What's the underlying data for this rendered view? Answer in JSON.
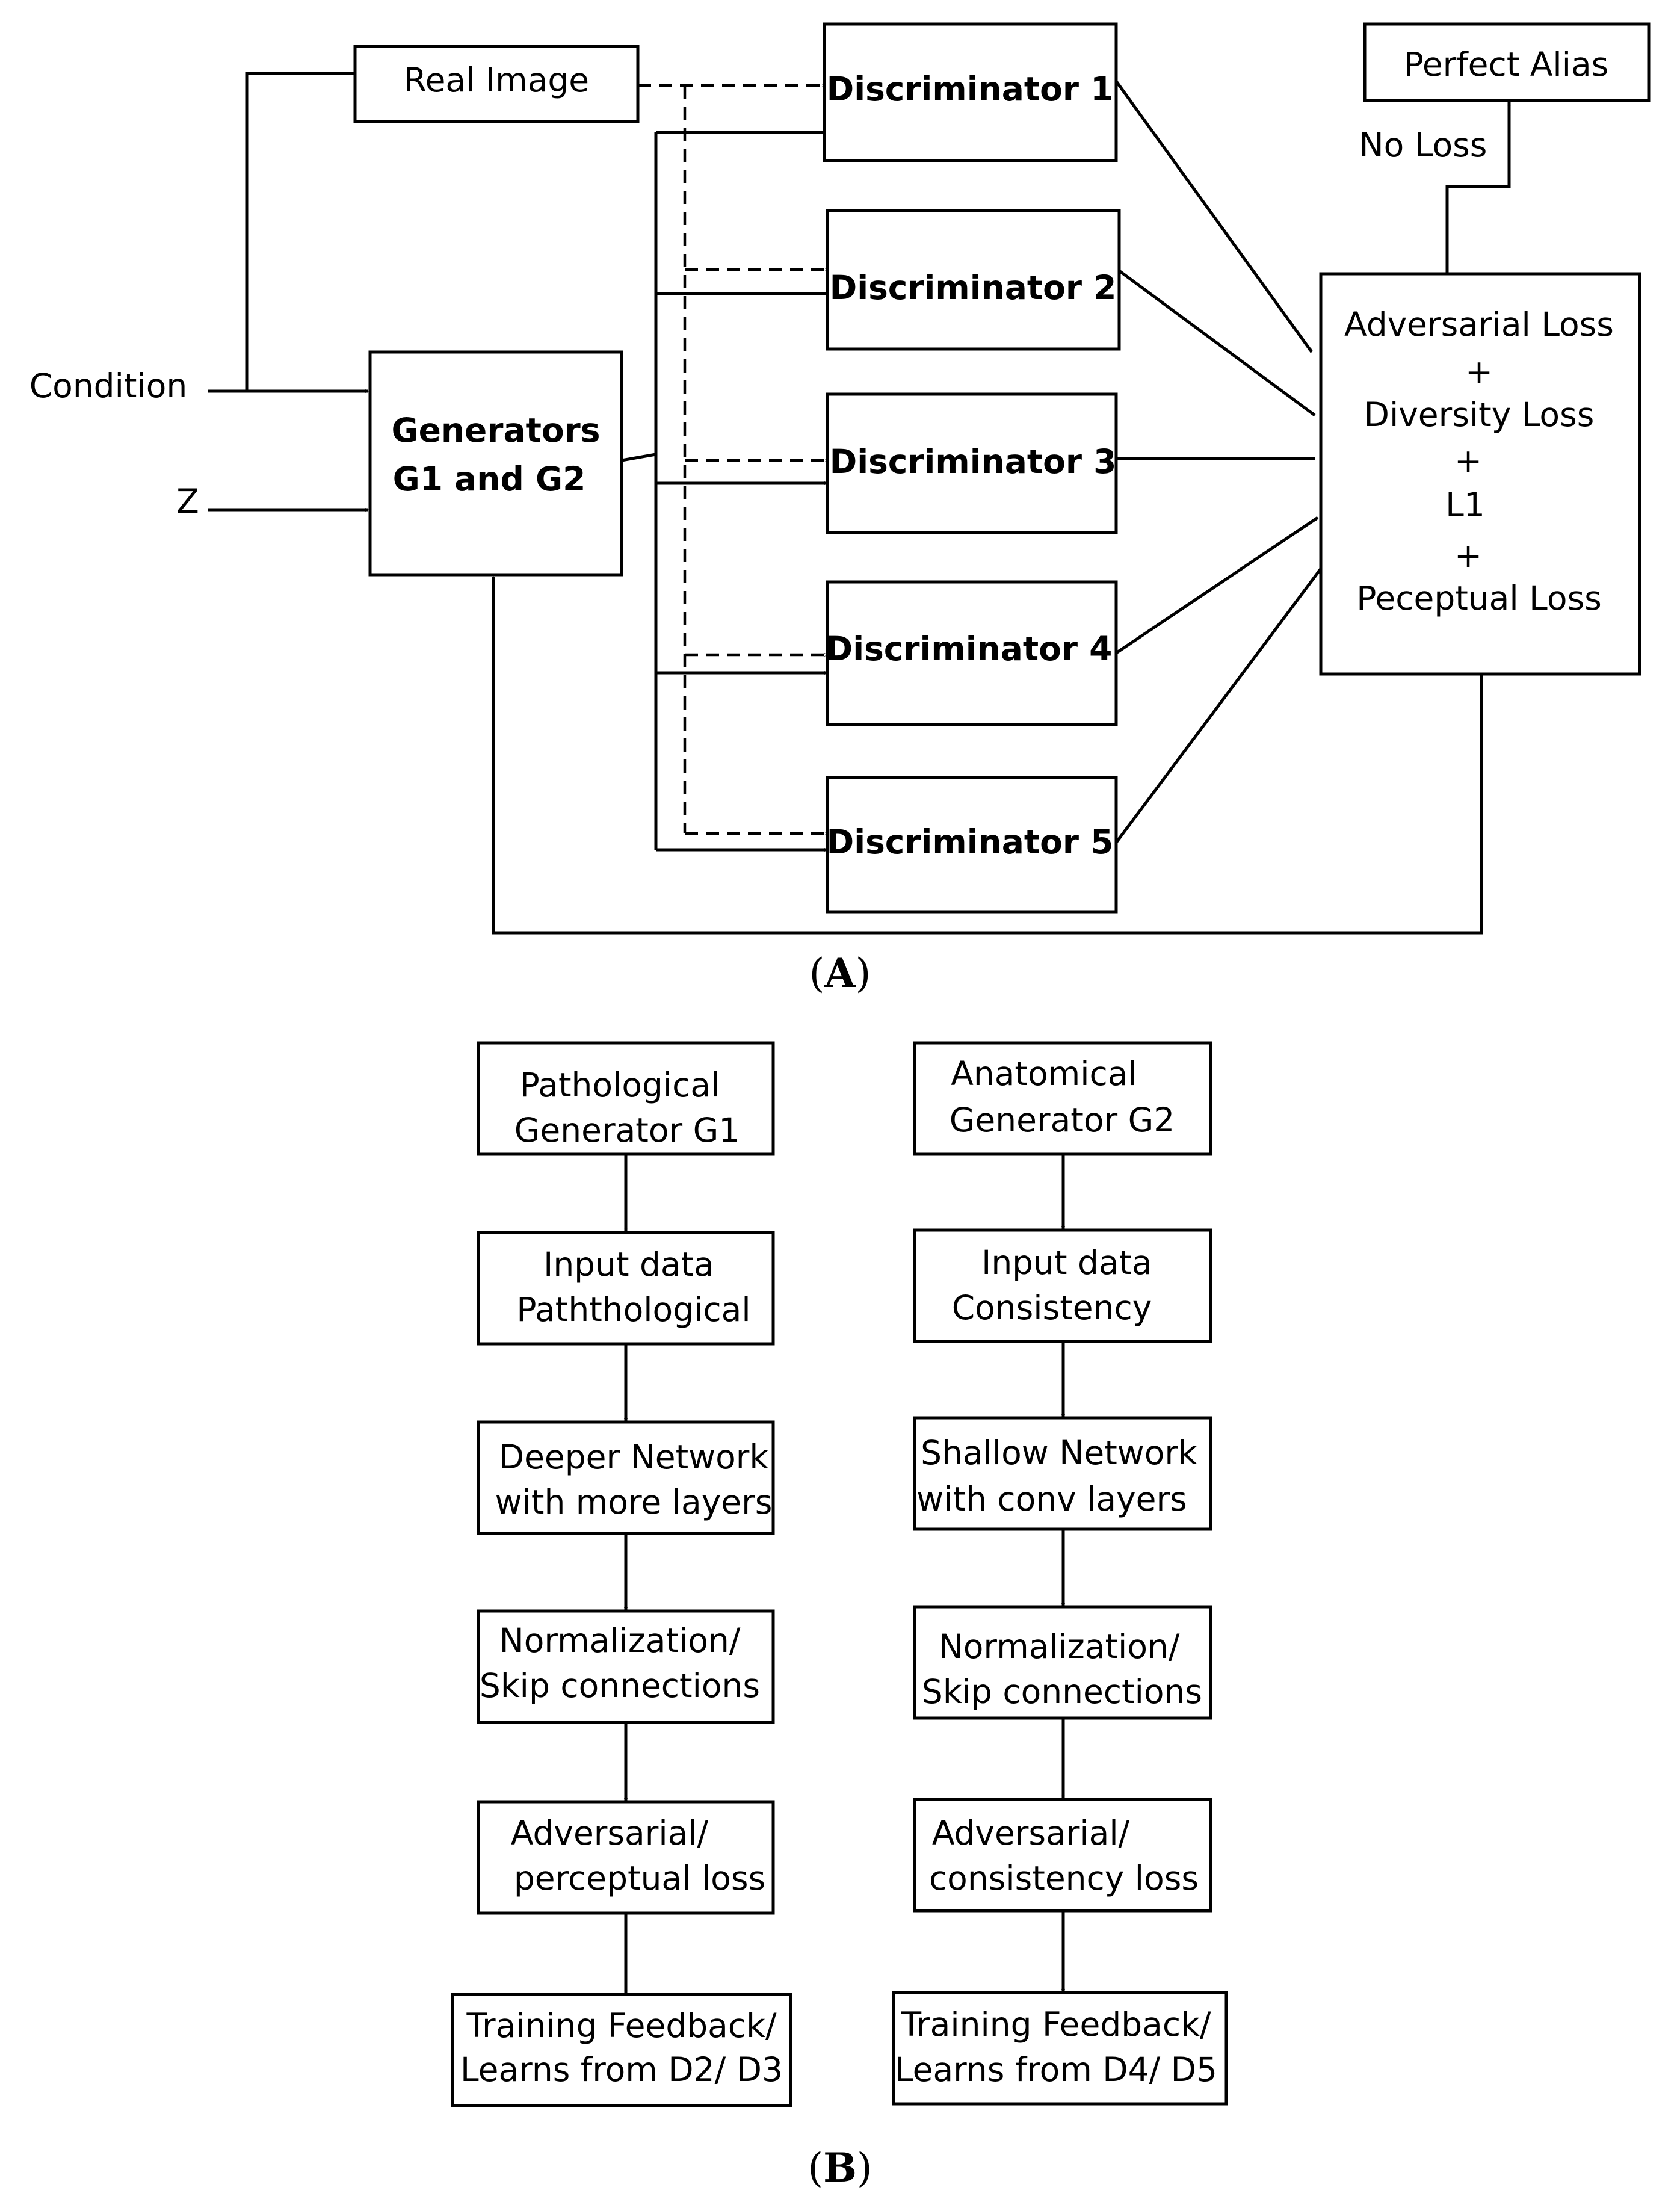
{
  "panel_a": {
    "label": "A",
    "inputs": {
      "condition": "Condition",
      "z": "Z"
    },
    "real_image": "Real Image",
    "generators": {
      "line1": "Generators",
      "line2": "G1 and G2"
    },
    "discriminators": [
      "Discriminator 1",
      "Discriminator 2",
      "Discriminator 3",
      "Discriminator 4",
      "Discriminator 5"
    ],
    "loss": {
      "line1": "Adversarial Loss",
      "plus1": "+",
      "line2": "Diversity Loss",
      "plus2": "+",
      "line3": "L1",
      "plus3": "+",
      "line4": "Peceptual Loss"
    },
    "no_loss": "No Loss",
    "perfect_alias": "Perfect Alias"
  },
  "panel_b": {
    "label": "B",
    "g1_column": [
      [
        "Pathological",
        "Generator G1"
      ],
      [
        "Input data",
        "Paththological"
      ],
      [
        "Deeper Network",
        "with more layers"
      ],
      [
        "Normalization/",
        "Skip connections"
      ],
      [
        "Adversarial/",
        "perceptual loss"
      ],
      [
        "Training Feedback/",
        "Learns from D2/ D3"
      ]
    ],
    "g2_column": [
      [
        "Anatomical",
        "Generator G2"
      ],
      [
        "Input data",
        "Consistency"
      ],
      [
        "Shallow Network",
        "with conv layers"
      ],
      [
        "Normalization/",
        "Skip connections"
      ],
      [
        "Adversarial/",
        "consistency loss"
      ],
      [
        "Training Feedback/",
        "Learns from D4/ D5"
      ]
    ]
  }
}
